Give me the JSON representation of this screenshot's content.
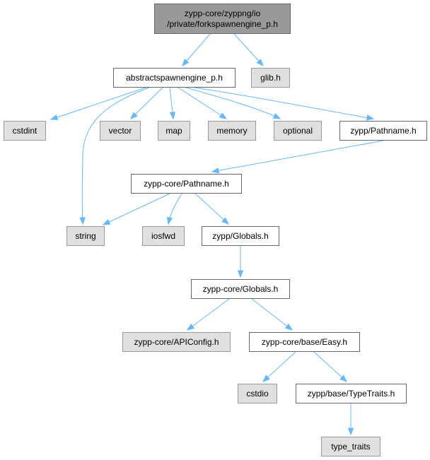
{
  "root": {
    "line1": "zypp-core/zyppng/io",
    "line2": "/private/forkspawnengine_p.h"
  },
  "nodes": {
    "abstractspawnengine": "abstractspawnengine_p.h",
    "glib": "glib.h",
    "cstdint": "cstdint",
    "vector": "vector",
    "map": "map",
    "memory": "memory",
    "optional": "optional",
    "zypp_pathname": "zypp/Pathname.h",
    "core_pathname": "zypp-core/Pathname.h",
    "string": "string",
    "iosfwd": "iosfwd",
    "zypp_globals": "zypp/Globals.h",
    "core_globals": "zypp-core/Globals.h",
    "apiconfig": "zypp-core/APIConfig.h",
    "easy": "zypp-core/base/Easy.h",
    "cstdio": "cstdio",
    "typetraits": "zypp/base/TypeTraits.h",
    "type_traits": "type_traits"
  },
  "colors": {
    "edge": "#63b8ff",
    "system_fill": "#e0e0e0",
    "root_fill": "#999999"
  }
}
